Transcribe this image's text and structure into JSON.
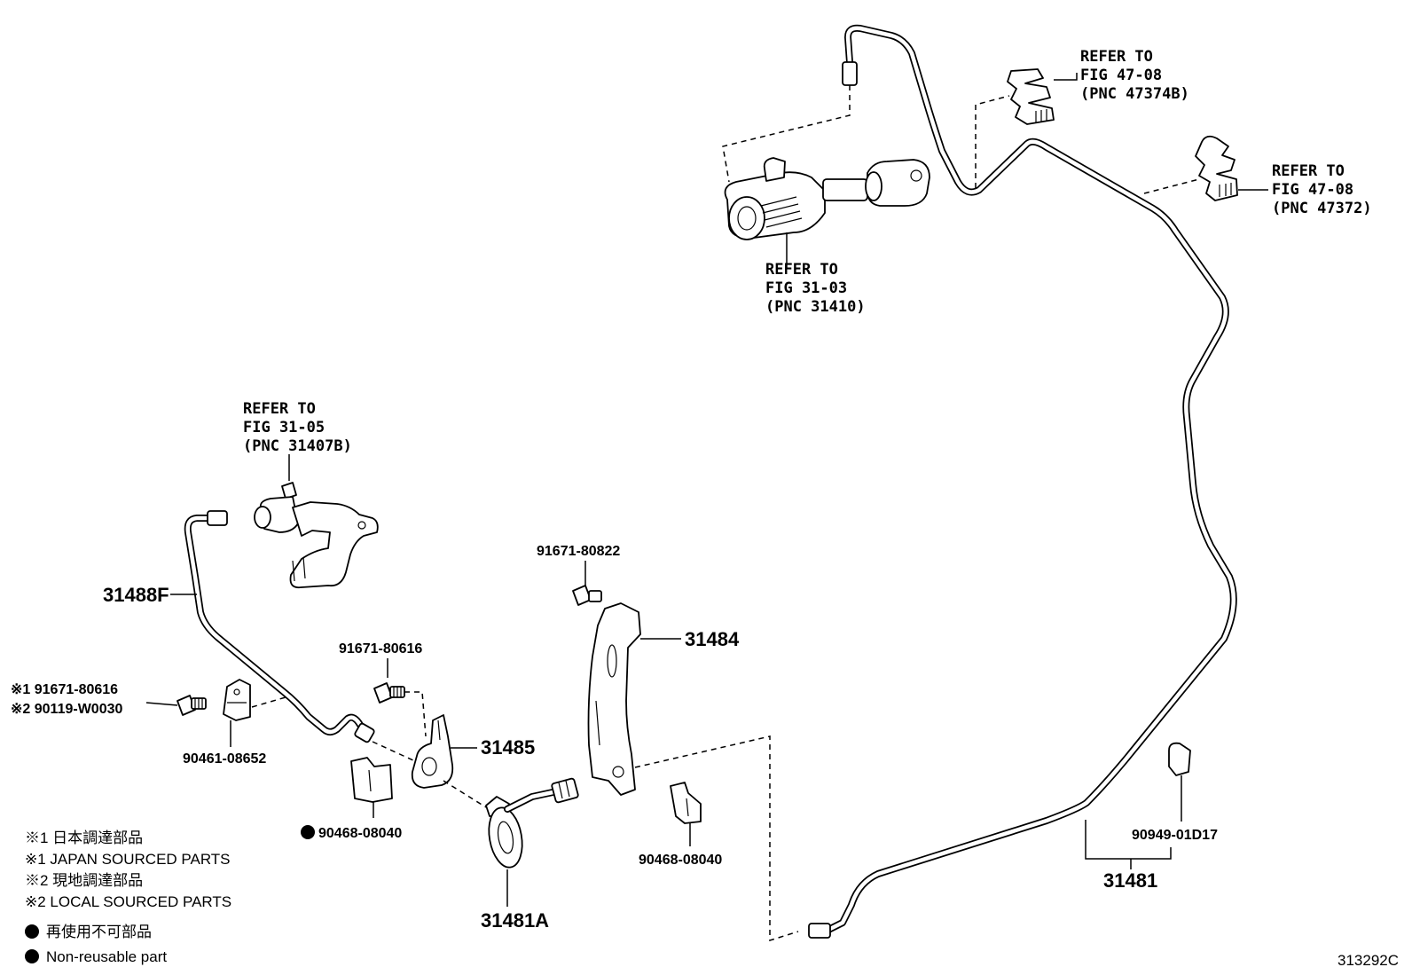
{
  "refers": {
    "mc": {
      "line1": "REFER TO",
      "line2": "FIG 31-03",
      "line3": "(PNC 31410)"
    },
    "clamp_a": {
      "line1": "REFER TO",
      "line2": "FIG 47-08",
      "line3": "(PNC 47374B)"
    },
    "clamp_b": {
      "line1": "REFER TO",
      "line2": "FIG 47-08",
      "line3": "(PNC 47372)"
    },
    "release": {
      "line1": "REFER TO",
      "line2": "FIG 31-05",
      "line3": "(PNC 31407B)"
    }
  },
  "parts": {
    "p31488F": "31488F",
    "p31484": "31484",
    "p31485": "31485",
    "p31481A": "31481A",
    "p31481": "31481",
    "bolt_80822": "91671-80822",
    "bolt_80616": "91671-80616",
    "bolt_note1": "※1 91671-80616",
    "bolt_note2": "※2 90119-W0030",
    "clip_08652": "90461-08652",
    "clip_08040_a": "90468-08040",
    "clip_08040_b": "90468-08040",
    "clamp_01D17": "90949-01D17"
  },
  "legend": {
    "l1": "※1 日本調達部品",
    "l2": "※1 JAPAN SOURCED PARTS",
    "l3": "※2 現地調達部品",
    "l4": "※2 LOCAL SOURCED PARTS",
    "l5": "再使用不可部品",
    "l6": "Non-reusable part"
  },
  "figure_id": "313292C"
}
